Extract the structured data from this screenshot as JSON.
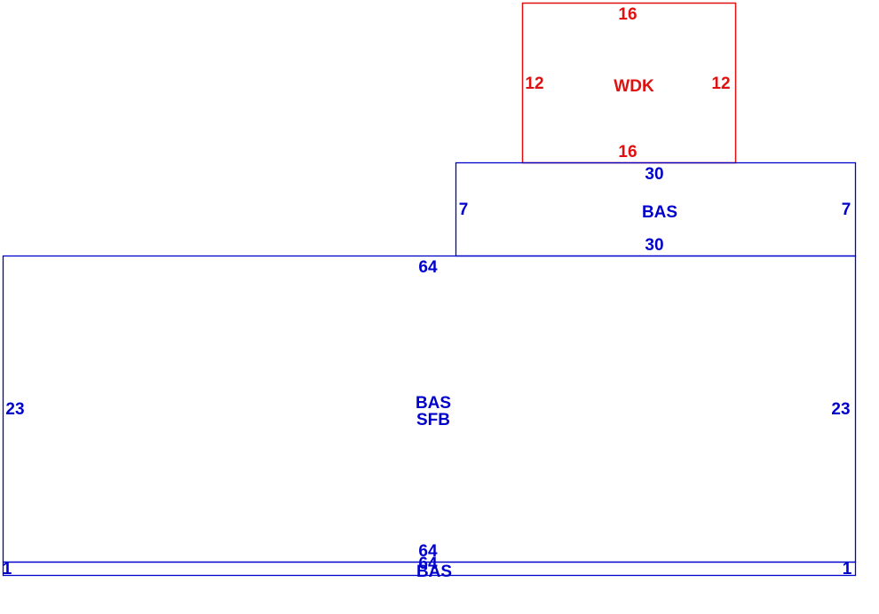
{
  "areas": [
    {
      "id": "wdk",
      "color": "#e01010",
      "labels": [
        "WDK"
      ],
      "dimensions": {
        "top": "16",
        "bottom": "16",
        "left": "12",
        "right": "12"
      }
    },
    {
      "id": "bas-upper",
      "color": "#0000cc",
      "labels": [
        "BAS"
      ],
      "dimensions": {
        "top": "30",
        "bottom": "30",
        "left": "7",
        "right": "7"
      }
    },
    {
      "id": "bas-main",
      "color": "#0000cc",
      "labels": [
        "BAS",
        "SFB"
      ],
      "dimensions": {
        "top": "64",
        "bottom": "64",
        "left": "23",
        "right": "23"
      }
    },
    {
      "id": "bas-strip",
      "color": "#0000cc",
      "labels": [
        "BAS"
      ],
      "dimensions": {
        "top": "64",
        "left": "1",
        "right": "1"
      }
    }
  ]
}
